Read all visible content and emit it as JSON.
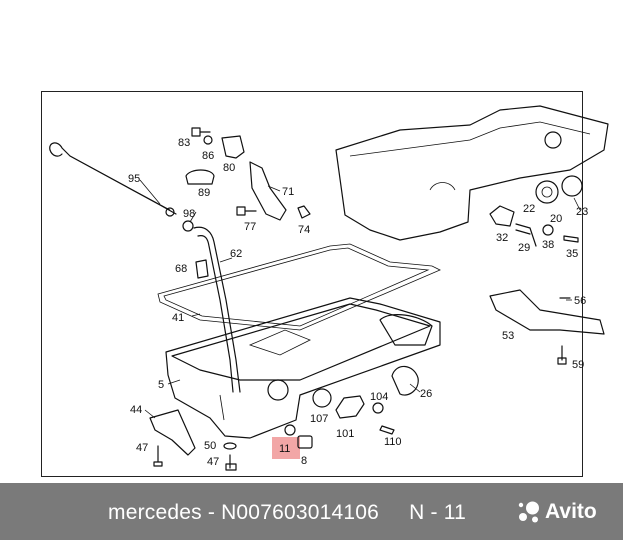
{
  "diagram": {
    "labels": {
      "p83": "83",
      "p86": "86",
      "p80": "80",
      "p89": "89",
      "p95": "95",
      "p98": "98",
      "p71": "71",
      "p77": "77",
      "p74": "74",
      "p62": "62",
      "p68": "68",
      "p41": "41",
      "p5": "5",
      "p44": "44",
      "p47a": "47",
      "p50": "50",
      "p47b": "47",
      "p11": "11",
      "p8": "8",
      "p107": "107",
      "p101": "101",
      "p104": "104",
      "p110": "110",
      "p26": "26",
      "p22": "22",
      "p20": "20",
      "p23": "23",
      "p32": "32",
      "p38": "38",
      "p35": "35",
      "p29": "29",
      "p56": "56",
      "p53": "53",
      "p59": "59"
    },
    "highlighted_part": "11",
    "highlight_color": "#f2a6a6"
  },
  "footer": {
    "text": "mercedes - N007603014106     N - 11",
    "brand": "Avito",
    "background": "#7a7a7a"
  }
}
